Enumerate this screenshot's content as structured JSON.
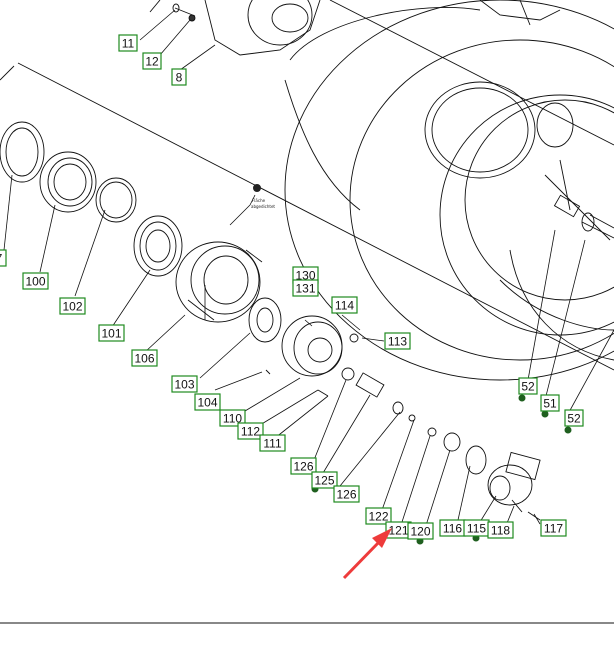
{
  "diagram": {
    "note_text": [
      "Fläche",
      "abgedichtet"
    ],
    "note_marker": "L",
    "colors": {
      "callout_box": "#1e8a1e",
      "pointer_arrow": "#ee3b3b",
      "line": "#111111",
      "leader_dot": "#1f5f1f"
    },
    "callouts": [
      {
        "id": "c11",
        "label": "11"
      },
      {
        "id": "c12",
        "label": "12"
      },
      {
        "id": "c8",
        "label": "8"
      },
      {
        "id": "c7",
        "label": "7"
      },
      {
        "id": "c100",
        "label": "100"
      },
      {
        "id": "c102",
        "label": "102"
      },
      {
        "id": "c101",
        "label": "101"
      },
      {
        "id": "c106",
        "label": "106"
      },
      {
        "id": "c130",
        "label": "130"
      },
      {
        "id": "c131",
        "label": "131"
      },
      {
        "id": "c114",
        "label": "114"
      },
      {
        "id": "c113",
        "label": "113"
      },
      {
        "id": "c103",
        "label": "103"
      },
      {
        "id": "c104",
        "label": "104"
      },
      {
        "id": "c110",
        "label": "110"
      },
      {
        "id": "c112",
        "label": "112"
      },
      {
        "id": "c111",
        "label": "111"
      },
      {
        "id": "c126a",
        "label": "126"
      },
      {
        "id": "c125",
        "label": "125"
      },
      {
        "id": "c126b",
        "label": "126"
      },
      {
        "id": "c52a",
        "label": "52"
      },
      {
        "id": "c51",
        "label": "51"
      },
      {
        "id": "c52b",
        "label": "52"
      },
      {
        "id": "c122",
        "label": "122"
      },
      {
        "id": "c121",
        "label": "121"
      },
      {
        "id": "c120",
        "label": "120"
      },
      {
        "id": "c116",
        "label": "116"
      },
      {
        "id": "c115",
        "label": "115"
      },
      {
        "id": "c118",
        "label": "118"
      },
      {
        "id": "c117",
        "label": "117"
      }
    ]
  }
}
